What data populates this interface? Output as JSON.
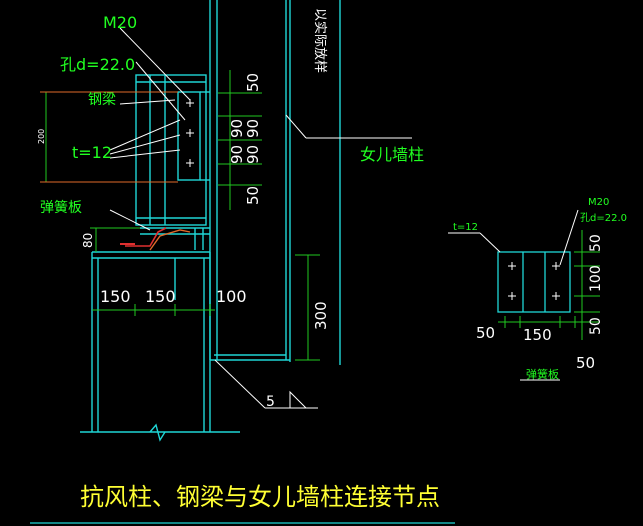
{
  "colors": {
    "background": "#000000",
    "structure": "#1fd6d6",
    "annotation": "#ffffff",
    "dimension_line": "#21c821",
    "label_green": "#21ff21",
    "label_yellow": "#ffff33",
    "highlight_red": "#e03030",
    "beam_orange": "#e06a2a"
  },
  "main_detail": {
    "bolt_label": "M20",
    "hole_label": "孔d=22.0",
    "steel_beam_label": "钢梁",
    "plate_thickness_label": "t=12",
    "spring_plate_label": "弹簧板",
    "parapet_column_label": "女儿墙柱",
    "vertical_note": "以实际放样",
    "dim_beam_height": "200",
    "dim_base_height": "80",
    "dim_bolt_spacing": [
      "50",
      "90",
      "90",
      "50"
    ],
    "dim_bottom": [
      "150",
      "150",
      "100"
    ],
    "dim_column_length": "300",
    "weld_size": "5"
  },
  "side_detail": {
    "bolt_label": "M20",
    "hole_label": "孔d=22.0",
    "plate_thickness_label": "t=12",
    "dim_vertical": [
      "50",
      "100",
      "50"
    ],
    "dim_horizontal": [
      "50",
      "150",
      "50"
    ],
    "plate_label": "弹簧板"
  },
  "title": "抗风柱、钢梁与女儿墙柱连接节点"
}
